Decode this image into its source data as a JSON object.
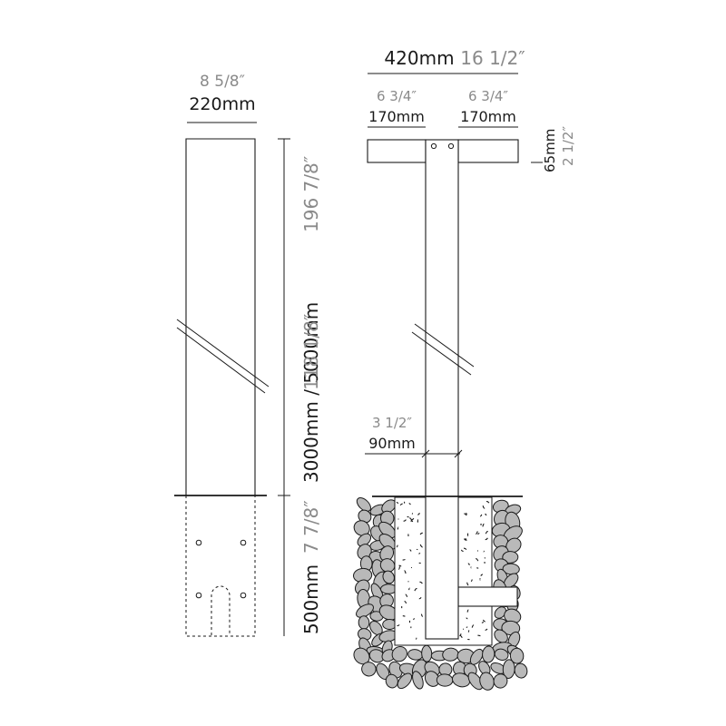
{
  "side_view": {
    "width": {
      "inch": "8 5/8″",
      "mm": "220mm"
    },
    "height_above": {
      "mm": "3000mm",
      "alt_mm": " / 5000mm",
      "inch": "118 1/8″",
      "alt_inch": "196 7/8″"
    },
    "height_below": {
      "mm": "500mm",
      "inch": "7 7/8″"
    }
  },
  "front_view": {
    "total_width": {
      "mm": "420mm",
      "inch": "16 1/2″"
    },
    "arm_left": {
      "mm": "170mm",
      "inch": "6 3/4″"
    },
    "arm_right": {
      "mm": "170mm",
      "inch": "6 3/4″"
    },
    "arm_thickness": {
      "mm": "65mm",
      "inch": "2 1/2″"
    },
    "post_width": {
      "mm": "90mm",
      "inch": "3 1/2″"
    }
  },
  "colors": {
    "line": "#1a1a1a",
    "inch_text": "#8a8a8a",
    "stone": "#b9b9b9"
  }
}
